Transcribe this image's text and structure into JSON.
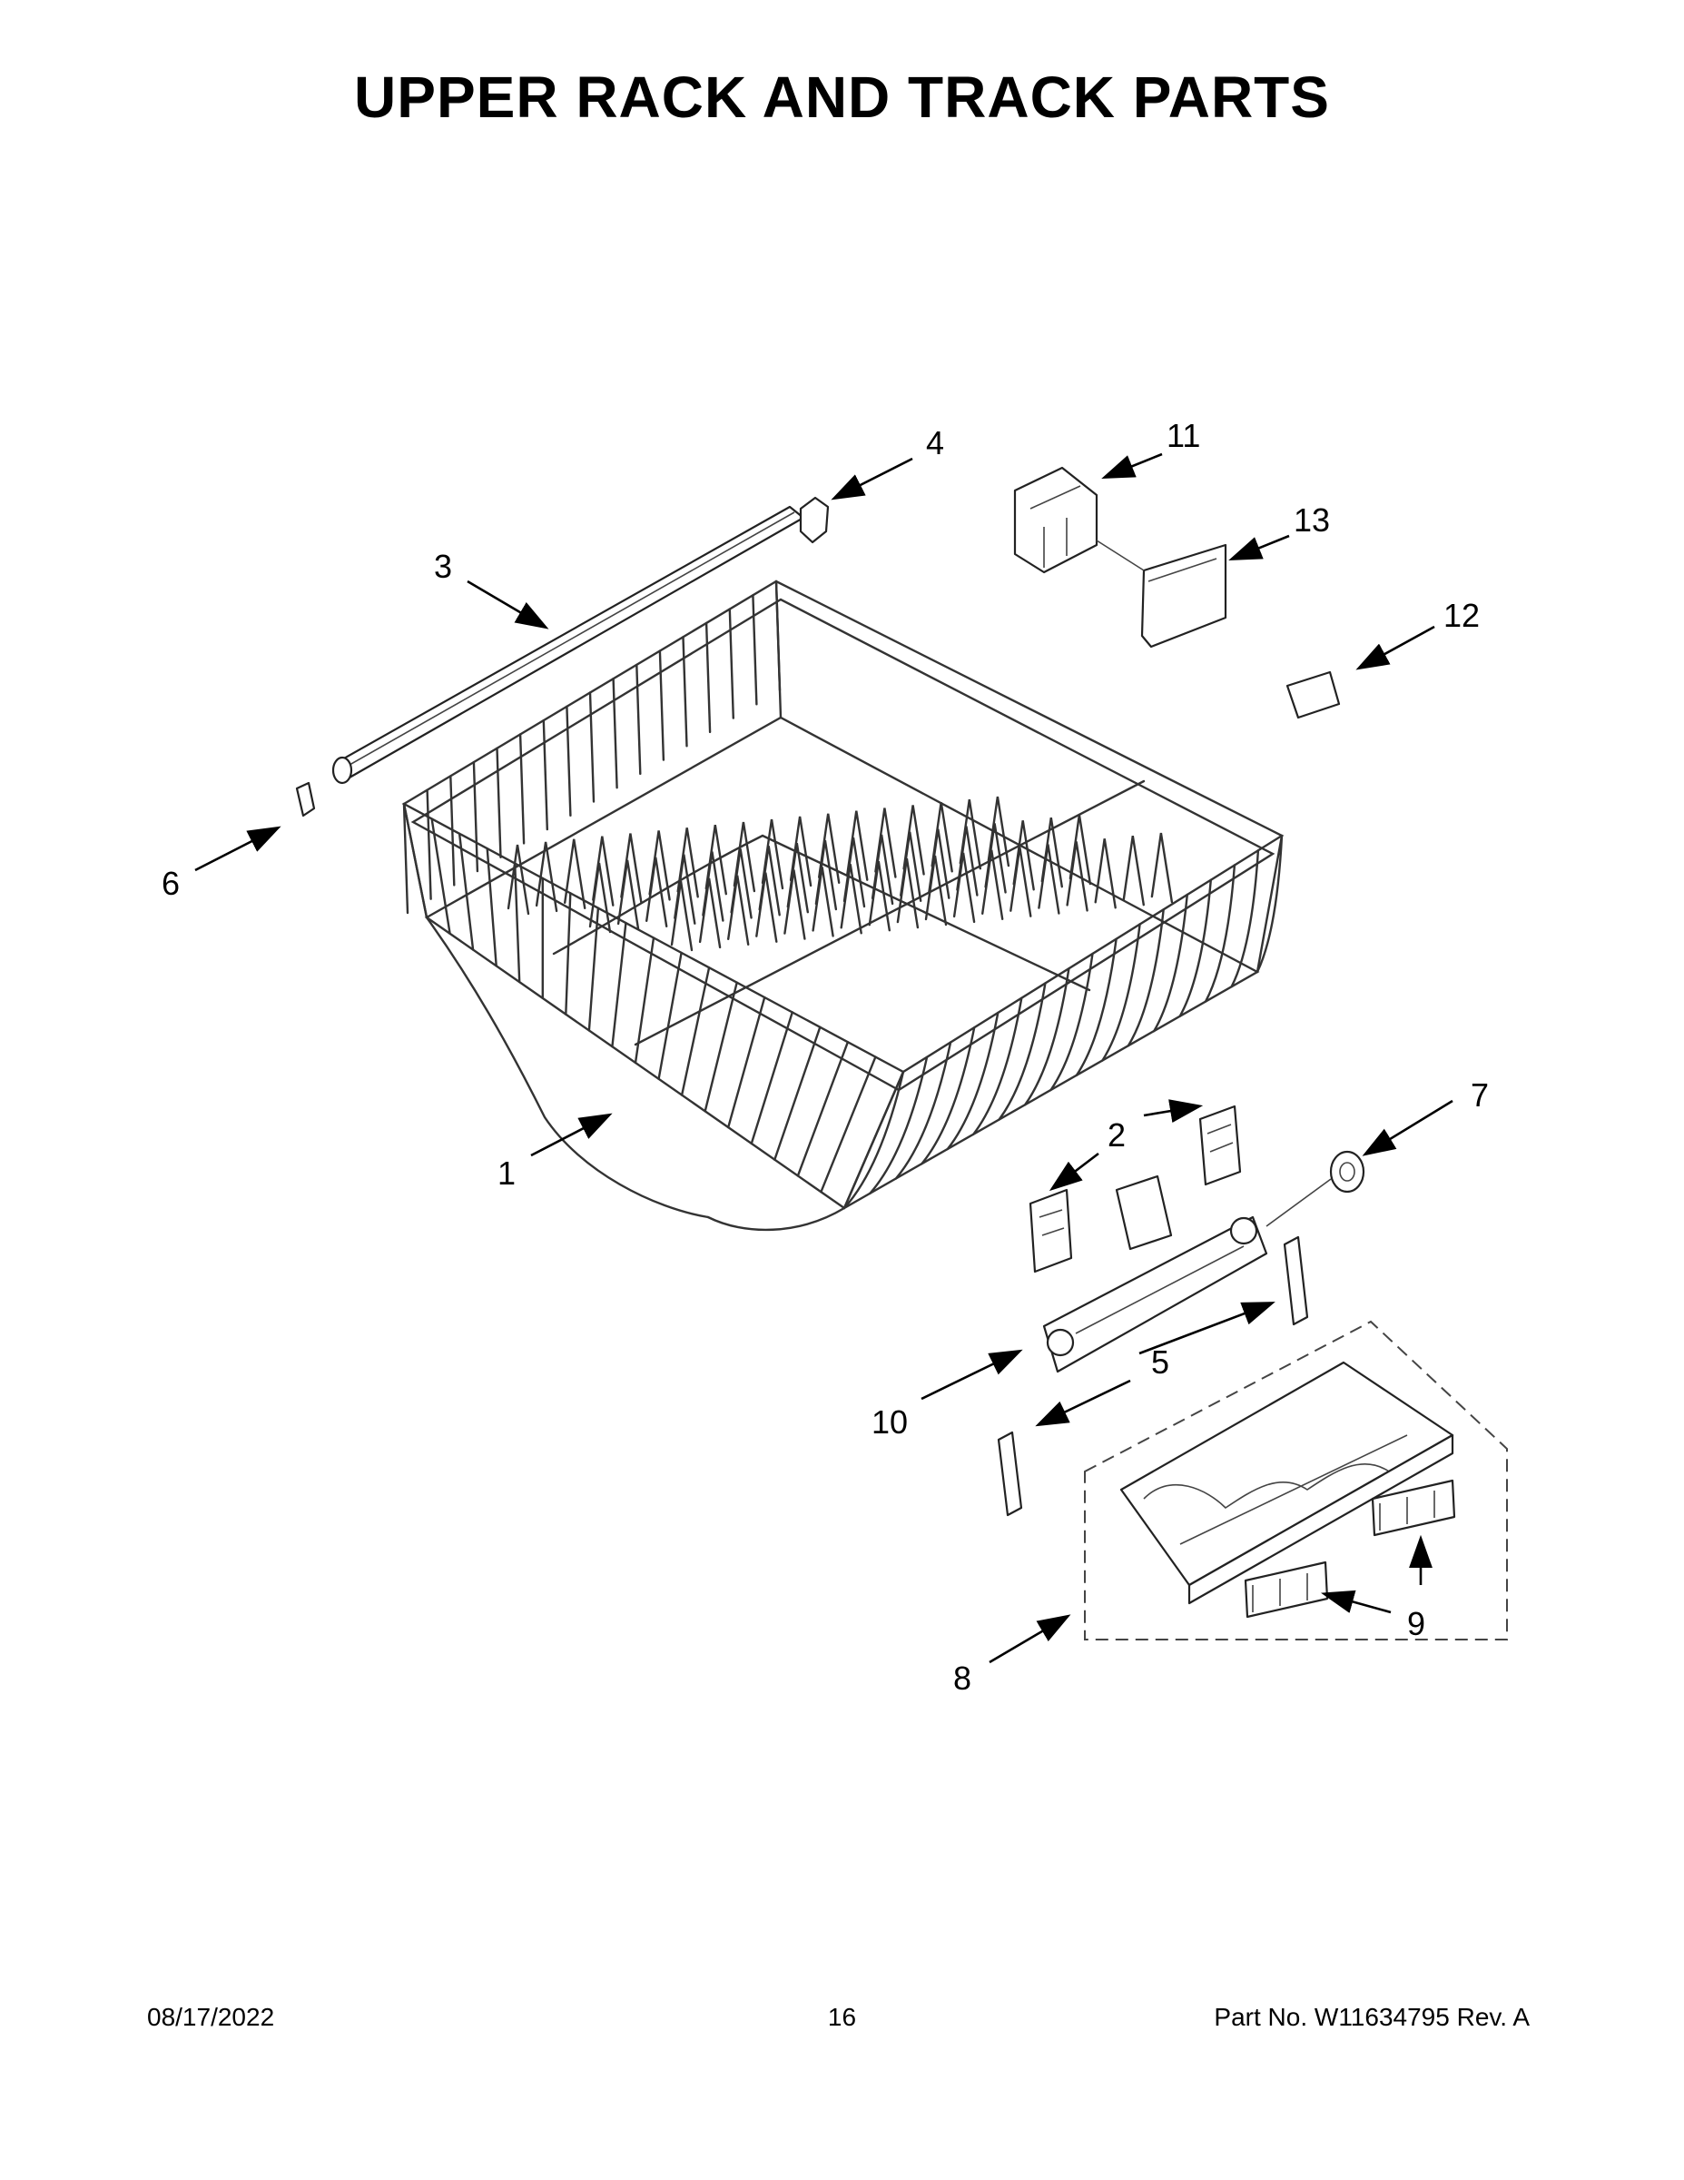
{
  "title": "UPPER RACK AND TRACK PARTS",
  "callouts": [
    "1",
    "2",
    "3",
    "4",
    "5",
    "6",
    "7",
    "8",
    "9",
    "10",
    "11",
    "12",
    "13"
  ],
  "footer": {
    "date": "08/17/2022",
    "page": "16",
    "part_no": "Part No.  W11634795  Rev.  A"
  }
}
